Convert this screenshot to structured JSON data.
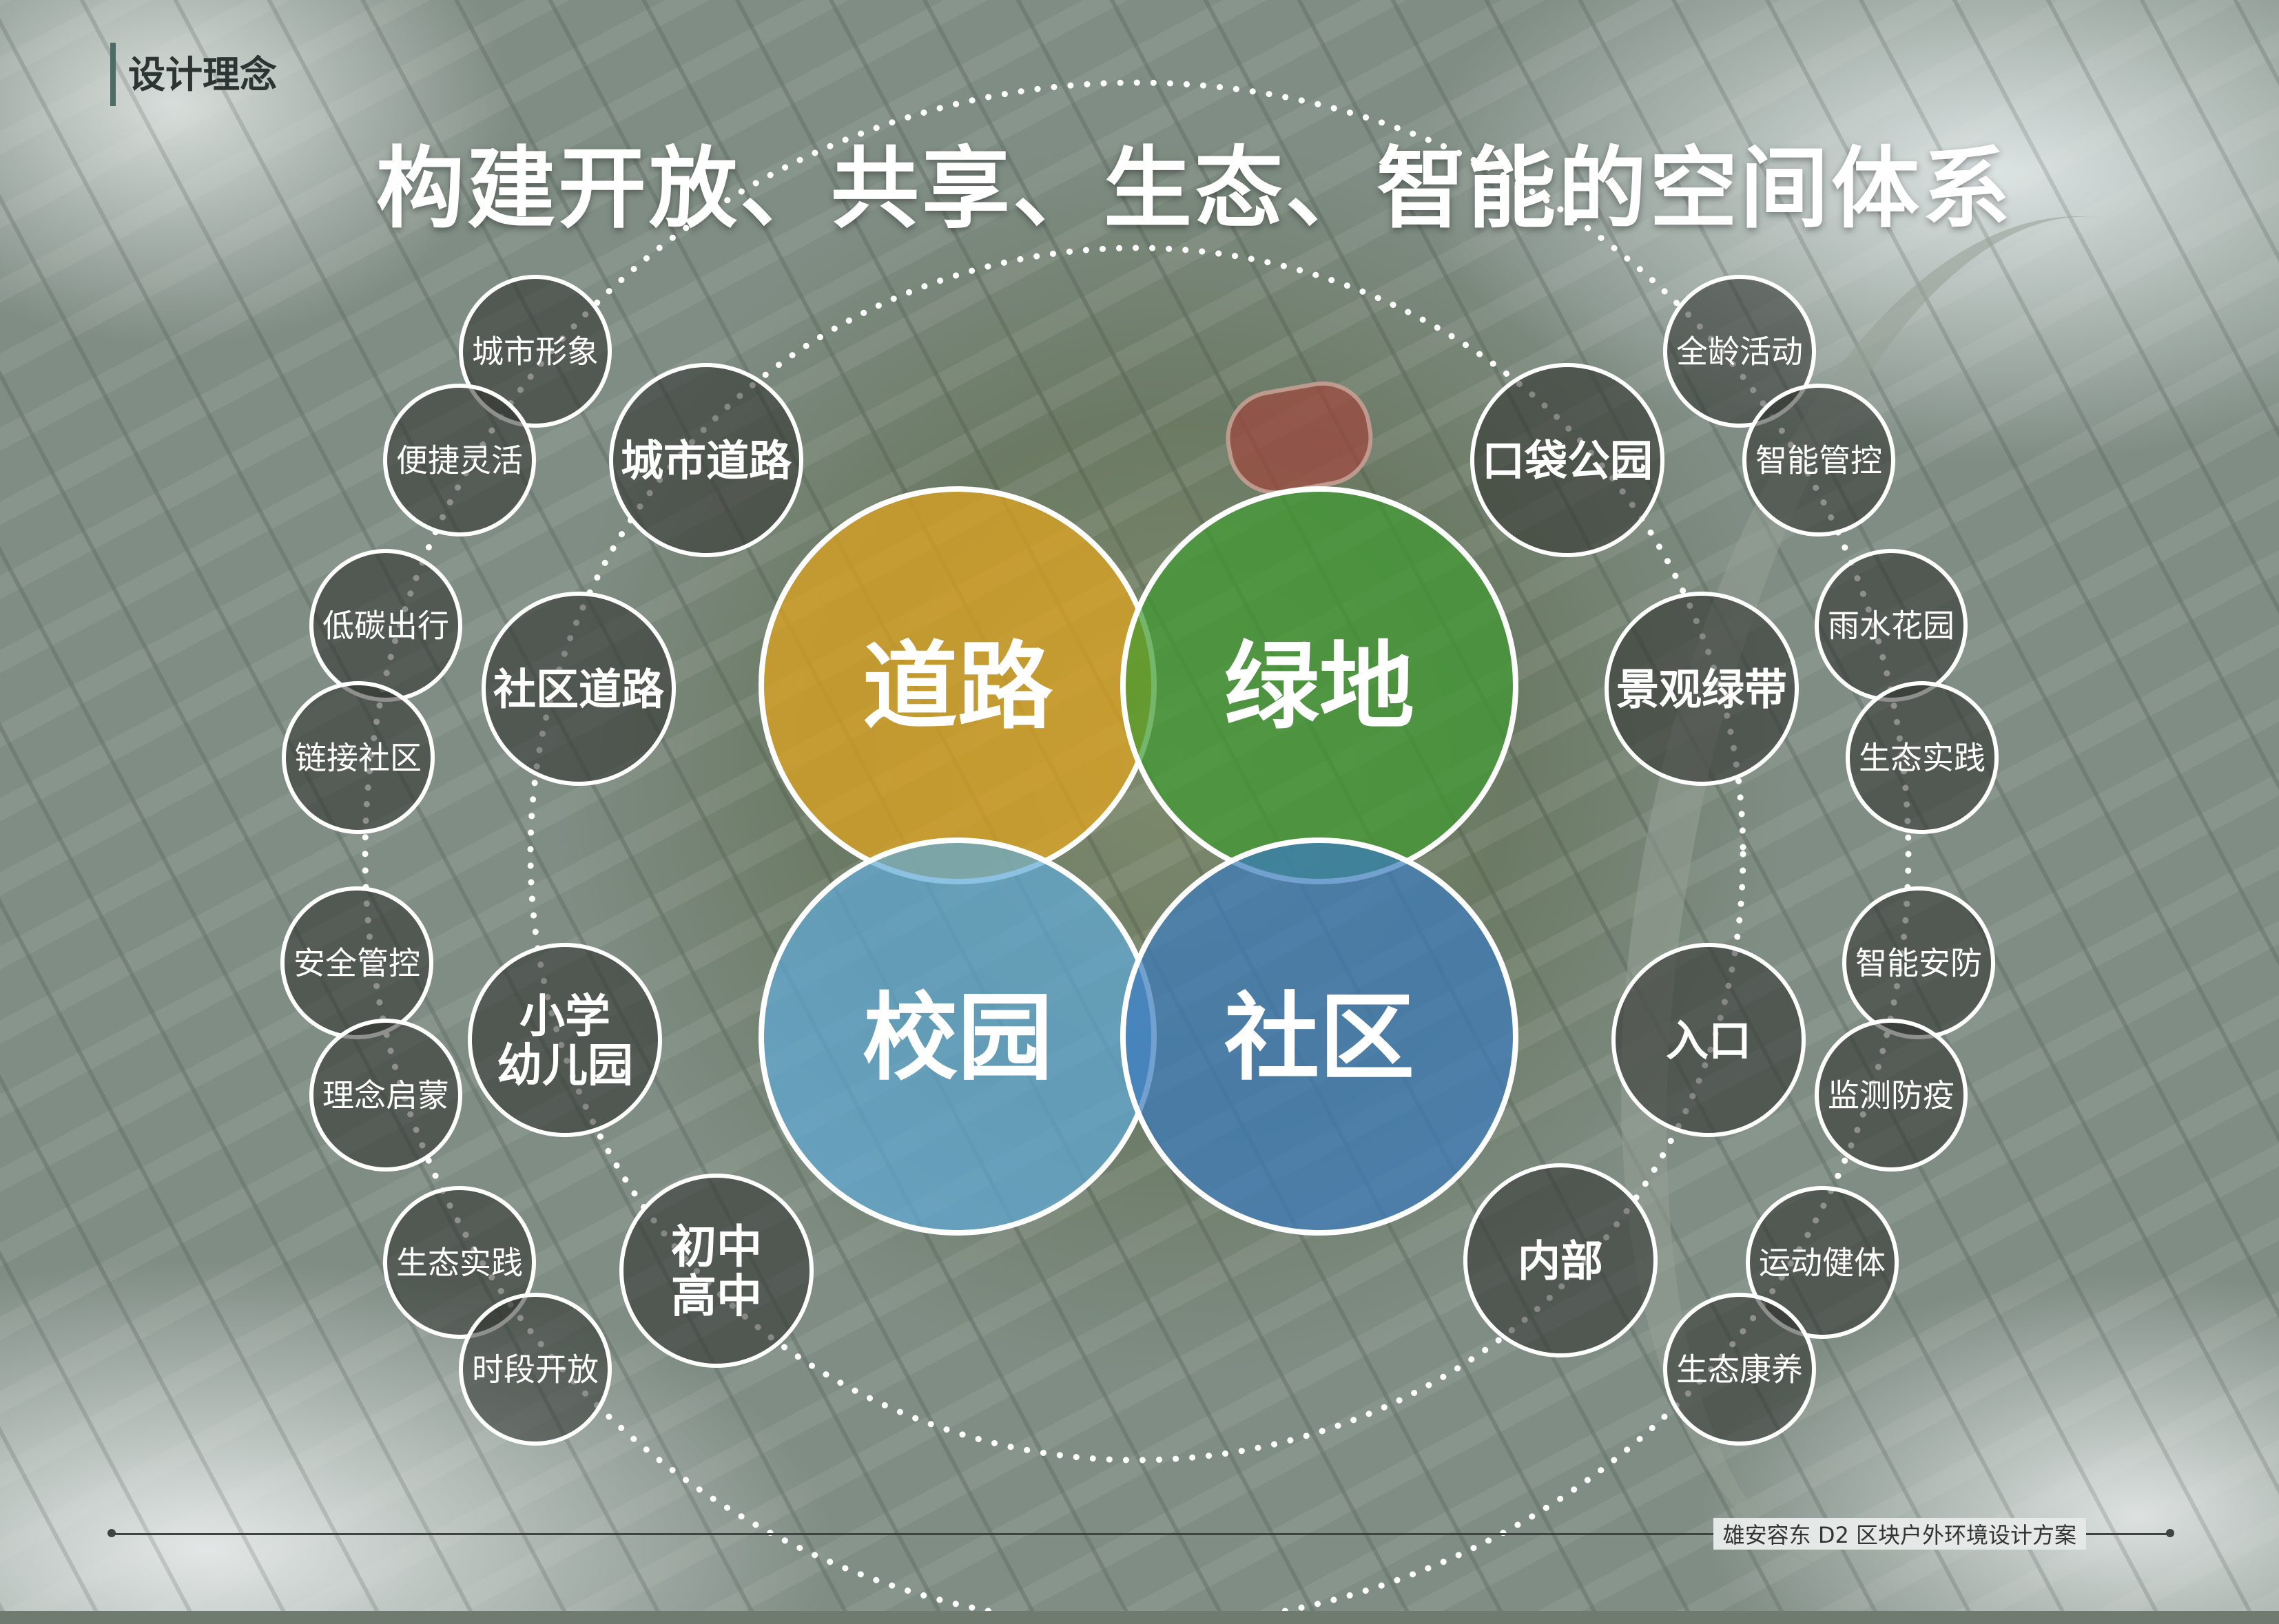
{
  "header": {
    "section_label": "设计理念",
    "title": "构建开放、共享、生态、智能的空间体系"
  },
  "core": [
    {
      "label": "道路",
      "color": "#e3a51c"
    },
    {
      "label": "绿地",
      "color": "#3f9a31"
    },
    {
      "label": "校园",
      "color": "#5fa9d6"
    },
    {
      "label": "社区",
      "color": "#3c7bbd"
    }
  ],
  "inner_ring": [
    "城市道路",
    "社区道路",
    "小学\n幼儿园",
    "初中\n高中",
    "口袋公园",
    "景观绿带",
    "入口",
    "内部"
  ],
  "outer_ring": [
    "城市形象",
    "便捷灵活",
    "低碳出行",
    "链接社区",
    "安全管控",
    "理念启蒙",
    "生态实践",
    "时段开放",
    "全龄活动",
    "智能管控",
    "雨水花园",
    "生态实践",
    "智能安防",
    "监测防疫",
    "运动健体",
    "生态康养"
  ],
  "footer": {
    "project_name": "雄安容东 D2 区块户外环境设计方案"
  }
}
